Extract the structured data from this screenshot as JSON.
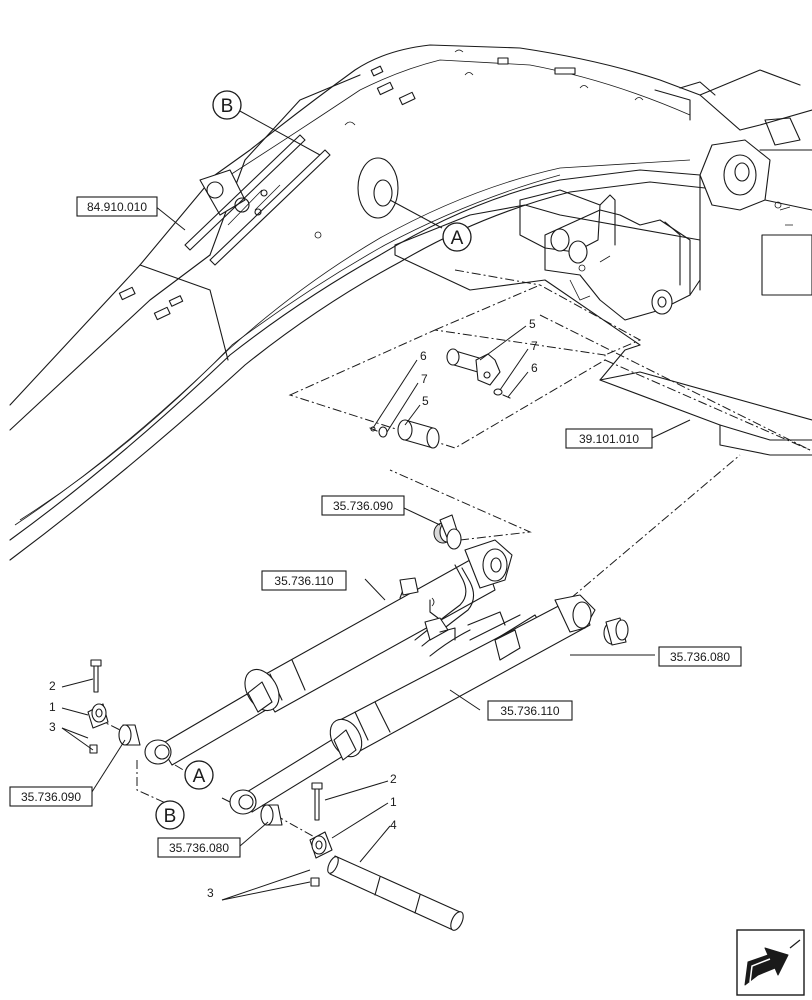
{
  "references": {
    "boom_ref": "84.910.010",
    "frame_ref": "39.101.010",
    "cylinder_ref_left": "35.736.110",
    "cylinder_ref_right": "35.736.110",
    "bushing_top": "35.736.090",
    "bushing_left": "35.736.090",
    "bushing_right": "35.736.080",
    "bushing_bottom": "35.736.080"
  },
  "callouts": {
    "boom_b": "B",
    "boom_a": "A",
    "rod_a": "A",
    "rod_b": "B"
  },
  "part_numbers": {
    "pin_upper": "5",
    "pin_upper_washer": "7",
    "pin_upper_bolt": "6",
    "pin_lower": "5",
    "pin_lower_washer": "7",
    "pin_lower_bolt": "6",
    "left_bolt": "2",
    "left_collar": "1",
    "left_nut": "3",
    "bottom_bolt": "2",
    "bottom_collar": "1",
    "bottom_pin": "4",
    "bottom_nut": "3"
  },
  "nav_icon": "next-page-arrow-icon"
}
